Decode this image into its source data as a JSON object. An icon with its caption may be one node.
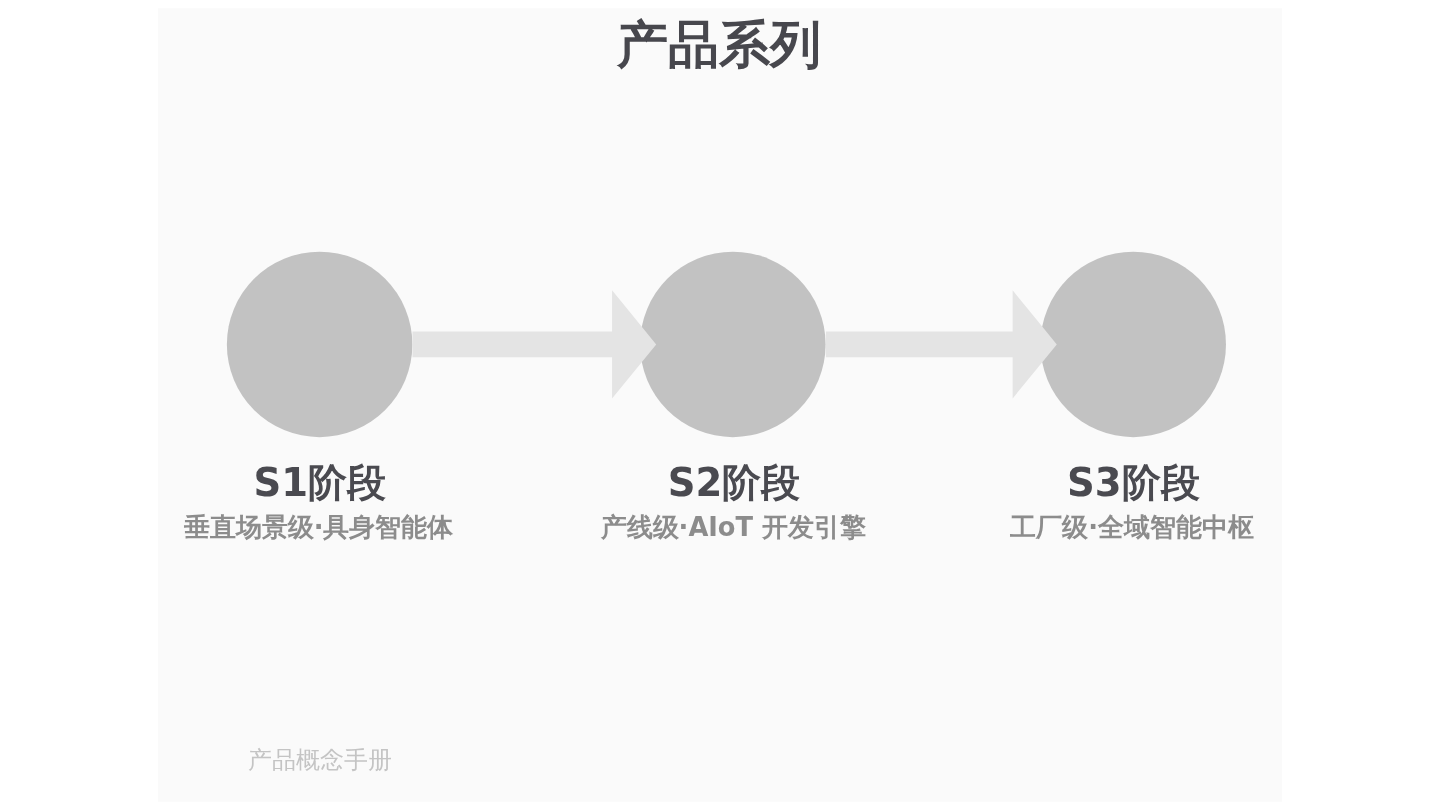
{
  "diagram": {
    "title": "产品系列",
    "nodes": [
      {
        "text": [
          "S1阶段",
          "垂直场景级·具身智能体"
        ]
      },
      {
        "text": [
          "S2阶段",
          "产线级·AIoT 开发引擎"
        ]
      },
      {
        "text": [
          "S3阶段",
          "工厂级·全域智能中枢"
        ]
      }
    ],
    "edges": [
      {
        "from": 0,
        "to": 1,
        "arrow": "to"
      },
      {
        "from": 1,
        "to": 2,
        "arrow": "to"
      }
    ],
    "labels": [
      "产品概念手册"
    ]
  }
}
